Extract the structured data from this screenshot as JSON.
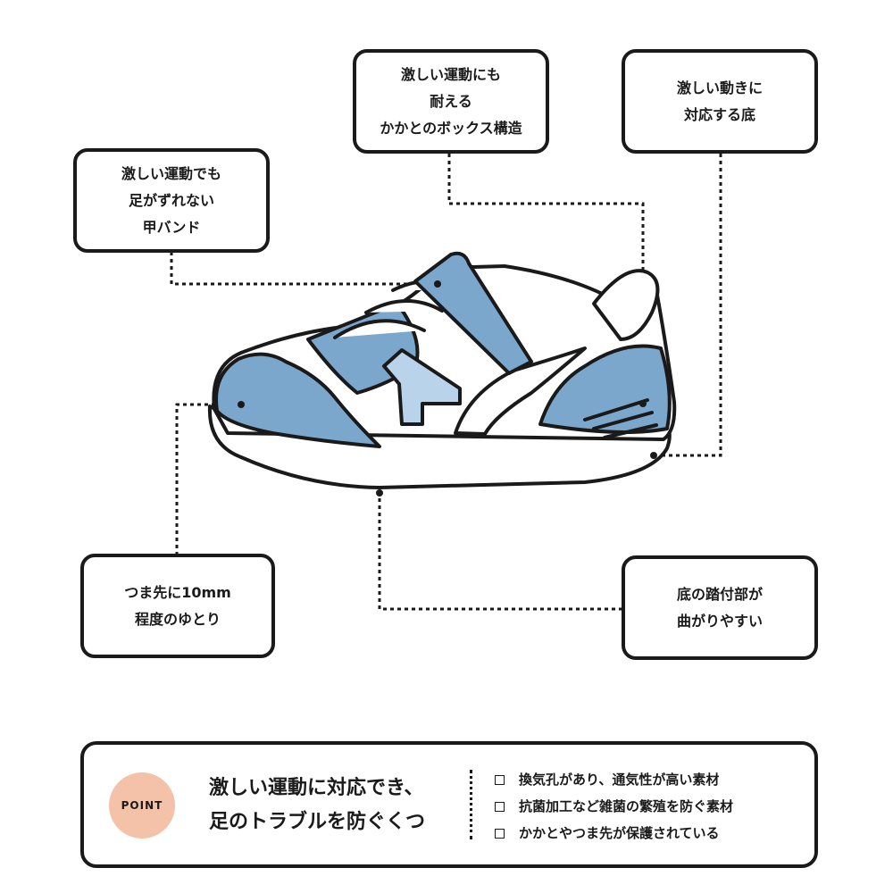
{
  "callouts": {
    "heel_box": [
      "激しい運動にも",
      "耐える",
      "かかとのボックス構造"
    ],
    "sole_flex": [
      "激しい動きに",
      "対応する底"
    ],
    "instep_band": [
      "激しい運動でも",
      "足がずれない",
      "甲バンド"
    ],
    "toe_room": [
      "つま先に10mm",
      "程度のゆとり"
    ],
    "tread_bend": [
      "底の踏付部が",
      "曲がりやすい"
    ]
  },
  "point": {
    "badge": "POINT",
    "headline": [
      "激しい運動に対応でき、",
      "足のトラブルを防ぐくつ"
    ],
    "features": [
      "換気孔があり、通気性が高い素材",
      "抗菌加工など雑菌の繁殖を防ぐ素材",
      "かかとやつま先が保護されている"
    ]
  },
  "colors": {
    "shoe_blue": "#7ba7cc",
    "light_blue": "#b8d3ea",
    "ink": "#1a1a1a",
    "badge": "#f3c2a9"
  }
}
